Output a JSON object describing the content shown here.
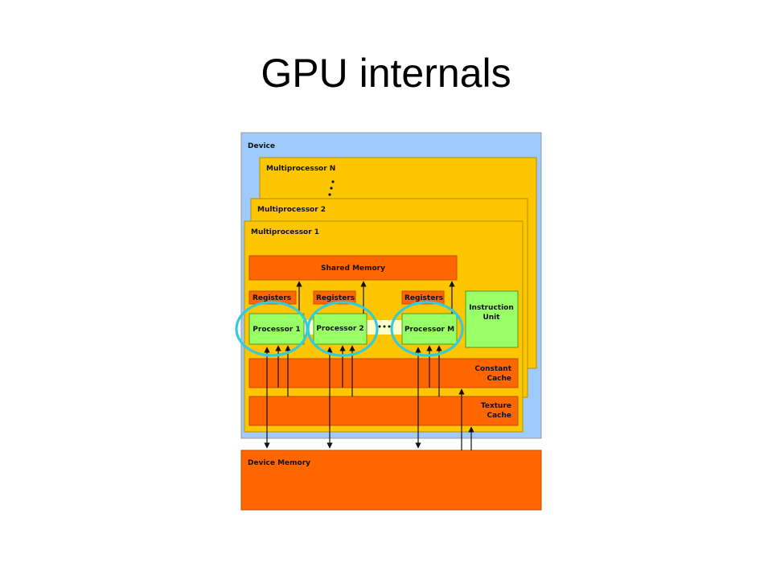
{
  "title": "GPU internals",
  "diagram": {
    "device_label": "Device",
    "multiprocessor_n_label": "Multiprocessor N",
    "multiprocessor_2_label": "Multiprocessor 2",
    "multiprocessor_1_label": "Multiprocessor 1",
    "shared_memory_label": "Shared Memory",
    "registers_labels": [
      "Registers",
      "Registers",
      "Registers"
    ],
    "processor_labels": [
      "Processor 1",
      "Processor 2",
      "Processor M"
    ],
    "instruction_unit_label": [
      "Instruction",
      "Unit"
    ],
    "constant_cache_label": [
      "Constant",
      "Cache"
    ],
    "texture_cache_label": [
      "Texture",
      "Cache"
    ],
    "device_memory_label": "Device Memory",
    "highlighted_processors": [
      "Processor 1",
      "Processor 2",
      "Processor M"
    ]
  },
  "colors": {
    "device_bg": "#9fcbfb",
    "multiprocessor_bg": "#fdc600",
    "memory_orange": "#ff6600",
    "processor_green": "#99ff66",
    "highlight_ring": "#33ccdd"
  }
}
